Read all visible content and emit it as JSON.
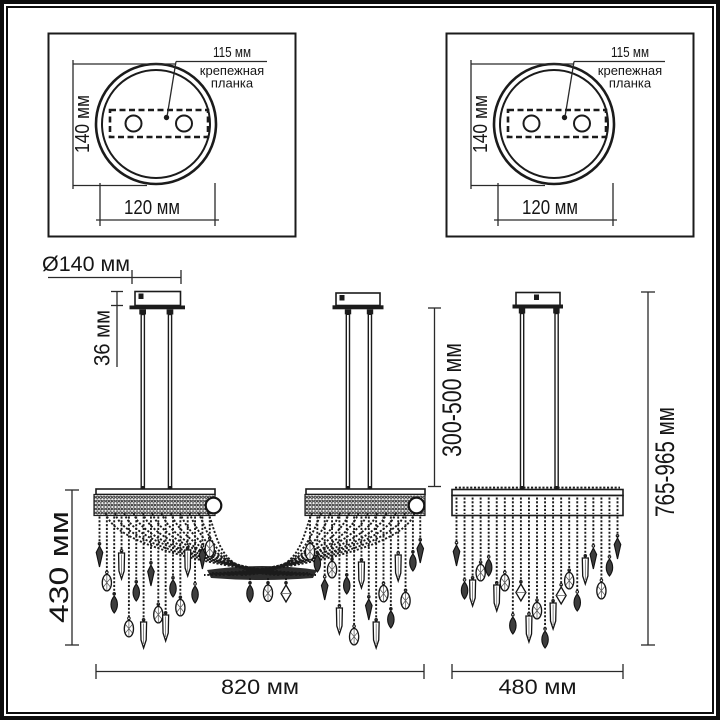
{
  "colors": {
    "ink": "#1b1b1b",
    "paper": "#ffffff"
  },
  "mount_panels": [
    {
      "plate_width_label": "115 мм",
      "plate_note_line1": "крепежная",
      "plate_note_line2": "планка",
      "height_label": "140 мм",
      "width_label": "120 мм"
    },
    {
      "plate_width_label": "115 мм",
      "plate_note_line1": "крепежная",
      "plate_note_line2": "планка",
      "height_label": "140 мм",
      "width_label": "120 мм"
    }
  ],
  "front_view": {
    "canopy_diameter_label": "Ø140 мм",
    "canopy_height_label": "36 мм",
    "rod_length_label": "300-500 мм",
    "crystal_height_label": "430 мм",
    "width_label": "820 мм"
  },
  "side_view": {
    "overall_height_label": "765-965 мм",
    "width_label": "480 мм"
  }
}
